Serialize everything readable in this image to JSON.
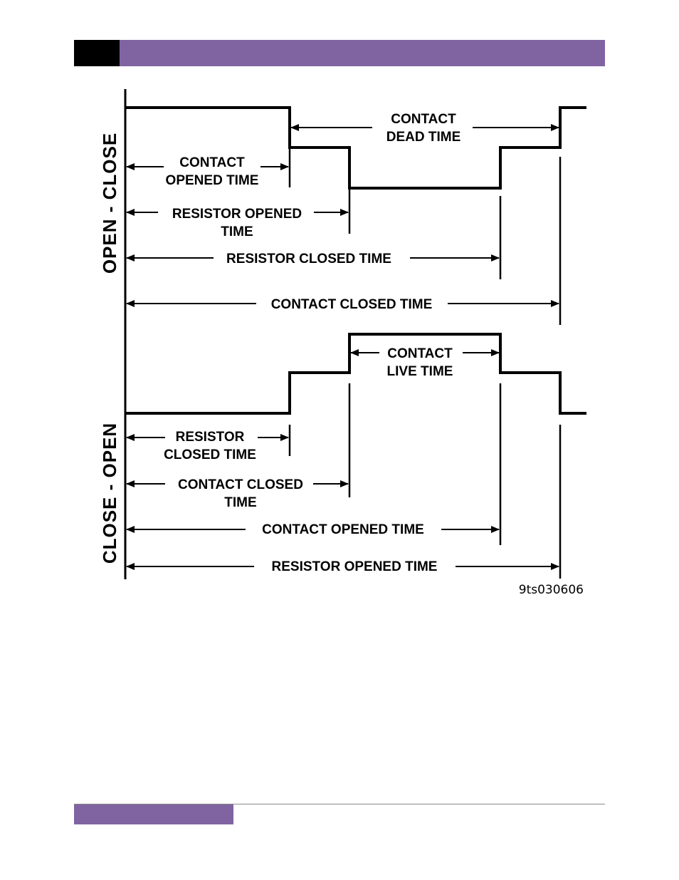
{
  "diagram": {
    "side_labels": {
      "top": "OPEN - CLOSE",
      "bottom": "CLOSE - OPEN"
    },
    "open_close": {
      "contact_dead_time": [
        "CONTACT",
        "DEAD TIME"
      ],
      "contact_opened_time": [
        "CONTACT",
        "OPENED TIME"
      ],
      "resistor_opened_time": [
        "RESISTOR OPENED",
        "TIME"
      ],
      "resistor_closed_time": "RESISTOR CLOSED TIME",
      "contact_closed_time": "CONTACT CLOSED TIME"
    },
    "close_open": {
      "contact_live_time": [
        "CONTACT",
        "LIVE TIME"
      ],
      "resistor_closed_time": [
        "RESISTOR",
        "CLOSED TIME"
      ],
      "contact_closed_time": [
        "CONTACT CLOSED",
        "TIME"
      ],
      "contact_opened_time": "CONTACT OPENED TIME",
      "resistor_opened_time": "RESISTOR OPENED TIME"
    },
    "figure_code": "9ts030606"
  },
  "colors": {
    "accent": "#8064a2",
    "header_block": "#000000",
    "ink": "#000000"
  }
}
